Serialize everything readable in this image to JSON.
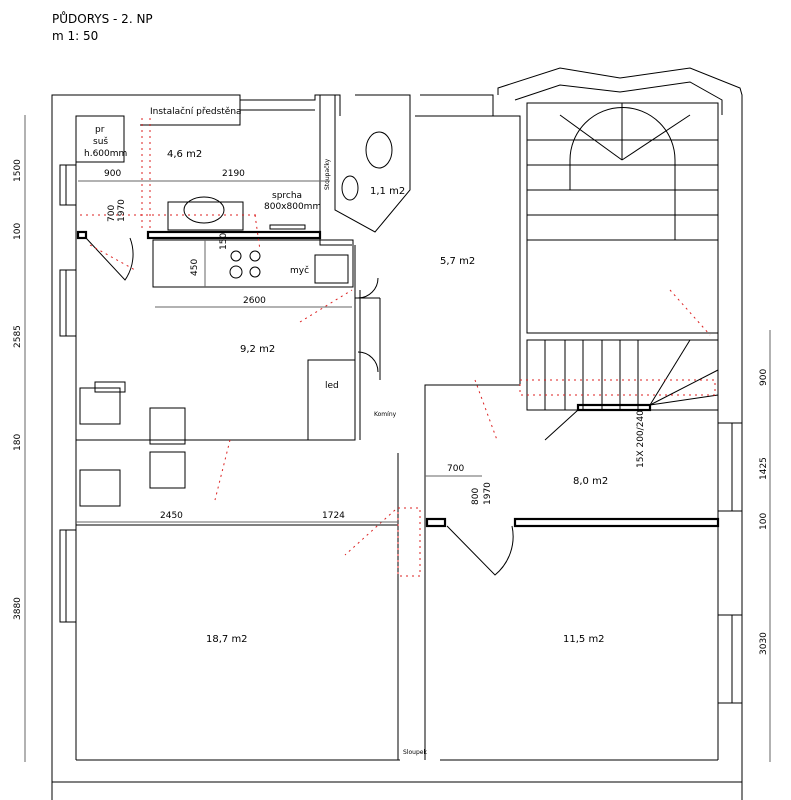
{
  "title": "PŮDORYS - 2. NP",
  "scale": "m 1: 50",
  "rooms": {
    "bath_area": "4,6 m2",
    "wc_area": "1,1 m2",
    "hall_area": "5,7 m2",
    "kitchen_area": "9,2 m2",
    "landing_area": "8,0 m2",
    "room_left_area": "18,7 m2",
    "room_right_area": "11,5 m2"
  },
  "labels": {
    "installation_wall": "Instalační předstěna",
    "dryer_1": "pr",
    "dryer_2": "suš",
    "dryer_3": "h.600mm",
    "shower_1": "sprcha",
    "shower_2": "800x800mm",
    "sink": "myč",
    "fridge": "led",
    "chimney": "Komíny",
    "riser": "Stoupačky",
    "column": "Sloupek",
    "stairs": "15X 200/240"
  },
  "dimensions": {
    "d900": "900",
    "d2190": "2190",
    "door_bath_w": "700",
    "door_bath_h": "1970",
    "d150": "150",
    "d450": "450",
    "d2600": "2600",
    "d2450": "2450",
    "d1724": "1724",
    "door_landing_w": "700",
    "door_landing_1": "800",
    "door_landing_h": "1970",
    "left": [
      "1500",
      "100",
      "2585",
      "180",
      "3880"
    ],
    "right": [
      "900",
      "1425",
      "100",
      "3030"
    ]
  }
}
